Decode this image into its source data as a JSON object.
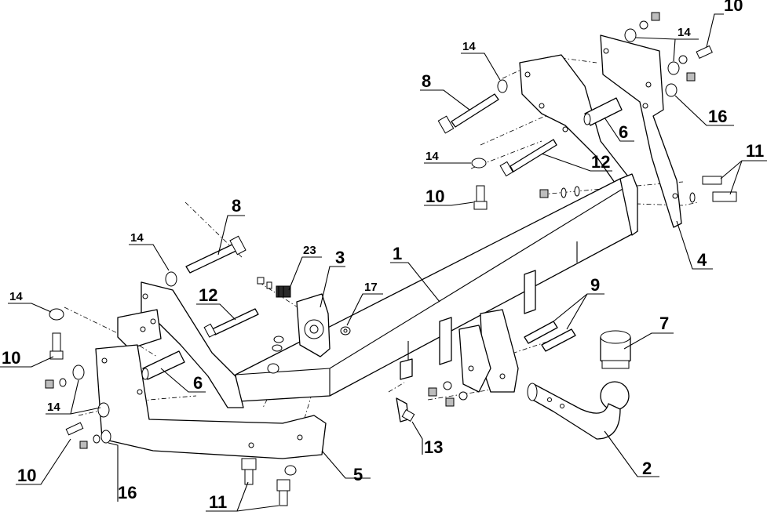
{
  "callouts": {
    "c1": "1",
    "c2": "2",
    "c3": "3",
    "c4": "4",
    "c5": "5",
    "c6_left": "6",
    "c6_right": "6",
    "c7": "7",
    "c8_left": "8",
    "c8_right": "8",
    "c9": "9",
    "c10_left_upper": "10",
    "c10_left_lower": "10",
    "c10_right_top": "10",
    "c10_right_mid": "10",
    "c11_left": "11",
    "c11_right": "11",
    "c12_left": "12",
    "c12_right": "12",
    "c13": "13",
    "c14_left_bolt": "14",
    "c14_left_upper": "14",
    "c14_left_lower": "14",
    "c14_right_bolt": "14",
    "c14_right_mid": "14",
    "c14_right_top": "14",
    "c16_left": "16",
    "c16_right": "16",
    "c17": "17",
    "c23": "23"
  }
}
